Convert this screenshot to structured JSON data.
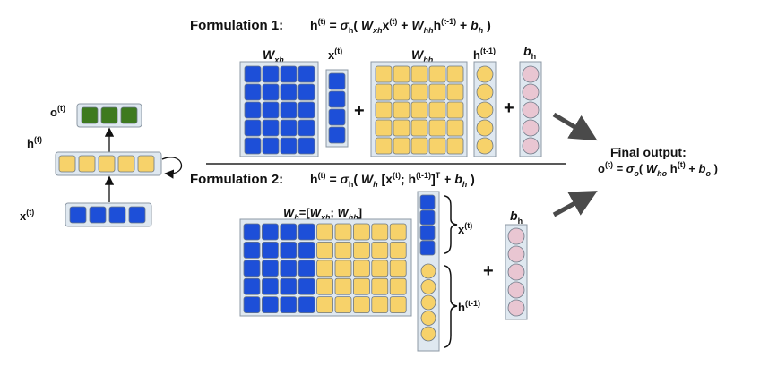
{
  "colors": {
    "blue": "#1d4fd8",
    "yellow": "#f7d26a",
    "pink": "#e9c6d2",
    "green": "#3e7a1f",
    "panel": "#dfe8f0",
    "panel_border": "#8c98a4",
    "cell_border": "#6b7785",
    "arrow": "#4a4a4a",
    "divider": "#222222"
  },
  "formulation1": {
    "title": "Formulation 1:",
    "eq": {
      "lhs_base": "h",
      "lhs_sup": "(t)",
      "eq_sign": " = ",
      "sigma": "σ",
      "sigma_sub": "h",
      "open": "( ",
      "w1": "W",
      "w1_sub": "xh",
      "x": "x",
      "x_sup": "(t)",
      "plus1": " + ",
      "w2": "W",
      "w2_sub": "hh",
      "h": "h",
      "h_sup": "(t-1)",
      "plus2": " + ",
      "b": "b",
      "b_sub": "h",
      "close": " )"
    },
    "labels": {
      "w_xh": "W",
      "w_xh_sub": "xh",
      "x_t": "x",
      "x_t_sup": "(t)",
      "w_hh": "W",
      "w_hh_sub": "hh",
      "h_prev": "h",
      "h_prev_sup": "(t-1)",
      "b_h": "b",
      "b_h_sub": "h",
      "plus": "+"
    }
  },
  "formulation2": {
    "title": "Formulation 2:",
    "eq": {
      "lhs_base": "h",
      "lhs_sup": "(t)",
      "eq_sign": " = ",
      "sigma": "σ",
      "sigma_sub": "h",
      "open": "( ",
      "w": "W",
      "w_sub": "h",
      "bracket": " [x",
      "x_sup": "(t)",
      "semi": "; h",
      "h_sup": "(t-1)",
      "close_bracket": "]",
      "T": "T",
      "plus": " + ",
      "b": "b",
      "b_sub": "h",
      "close": " )"
    },
    "labels": {
      "wh_concat": {
        "w": "W",
        "w_sub": "h",
        "eq": "=[",
        "w1": "W",
        "w1_sub": "xh",
        "sep": "; ",
        "w2": "W",
        "w2_sub": "hh",
        "end": "]"
      },
      "x_t": "x",
      "x_t_sup": "(t)",
      "h_prev": "h",
      "h_prev_sup": "(t-1)",
      "b_h": "b",
      "b_h_sub": "h",
      "plus": "+"
    }
  },
  "rnn_cell": {
    "o_label": "o",
    "o_sup": "(t)",
    "h_label": "h",
    "h_sup": "(t)",
    "x_label": "x",
    "x_sup": "(t)"
  },
  "final_output": {
    "title": "Final output:",
    "eq": {
      "o": "o",
      "o_sup": "(t)",
      "eq_sign": " = ",
      "sigma": "σ",
      "sigma_sub": "o",
      "open": "( ",
      "w": "W",
      "w_sub": "ho",
      "h": " h",
      "h_sup": "(t)",
      "plus": " + ",
      "b": "b",
      "b_sub": "o",
      "close": " )"
    }
  }
}
